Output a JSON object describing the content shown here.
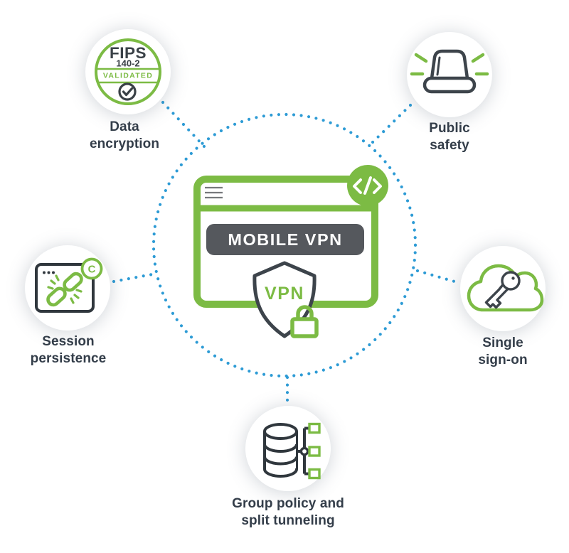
{
  "diagram": {
    "name": "Mobile VPN feature diagram",
    "colors": {
      "green": "#7cbb44",
      "dark": "#3d444b",
      "dot_blue": "#2d9bd5",
      "label_text": "#333d49",
      "pill_background": "#55585d"
    },
    "center": {
      "pill_label": "MOBILE VPN",
      "shield_label": "VPN",
      "icons": [
        "hamburger-menu-icon",
        "code-icon",
        "shield-icon",
        "padlock-icon"
      ]
    },
    "features": [
      {
        "id": "data-encryption",
        "label": "Data\nencryption",
        "icon": "fips-140-2-validated-badge-icon",
        "badge": {
          "line1": "FIPS",
          "line2": "140-2",
          "band": "VALIDATED"
        }
      },
      {
        "id": "public-safety",
        "label": "Public\nsafety",
        "icon": "siren-beacon-icon"
      },
      {
        "id": "session-persistence",
        "label": "Session\npersistence",
        "icon": "browser-broken-link-icon",
        "badge_letter": "C"
      },
      {
        "id": "single-sign-on",
        "label": "Single\nsign-on",
        "icon": "cloud-key-icon"
      },
      {
        "id": "group-policy-split-tunneling",
        "label": "Group policy and\nsplit tunneling",
        "icon": "database-network-icon"
      }
    ]
  }
}
